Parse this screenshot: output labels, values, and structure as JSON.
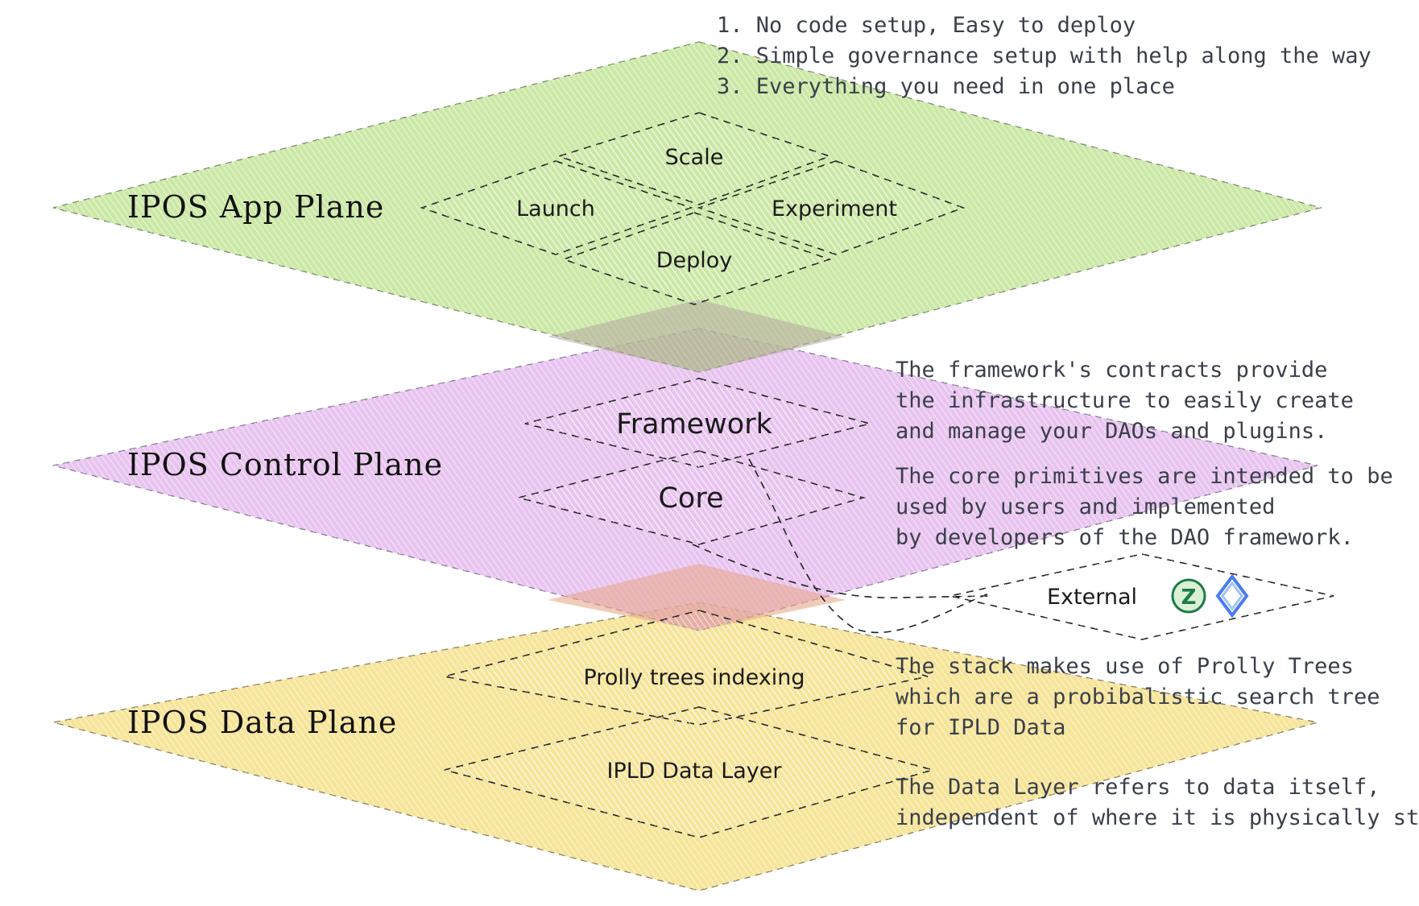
{
  "planes": {
    "app": {
      "label": "IPOS App Plane",
      "color": "#a9d86a"
    },
    "control": {
      "label": "IPOS Control Plane",
      "color": "#d79ae6"
    },
    "data": {
      "label": "IPOS Data Plane",
      "color": "#f0d35a"
    }
  },
  "app_nodes": {
    "scale": "Scale",
    "launch": "Launch",
    "experiment": "Experiment",
    "deploy": "Deploy",
    "color": "#4fb870"
  },
  "control_nodes": {
    "framework": "Framework",
    "framework_color": "#e26fc6",
    "core": "Core",
    "core_color": "#a97af0"
  },
  "external": {
    "label": "External",
    "color": "#9a9a9a",
    "icons": [
      "z-token-icon",
      "ethereum-diamond-icon"
    ]
  },
  "data_nodes": {
    "prolly": "Prolly trees indexing",
    "prolly_color": "#c7d93c",
    "ipld": "IPLD Data Layer",
    "ipld_color": "#5ec8a6"
  },
  "notes": {
    "app_list": [
      "1. No code setup, Easy to deploy",
      "2. Simple governance setup with help along the way",
      "3. Everything you need in one place"
    ],
    "framework": [
      "The framework's contracts provide",
      "the infrastructure to easily create",
      "and manage your DAOs and plugins."
    ],
    "core": [
      "The core primitives are intended to be",
      "used by users and implemented",
      "by developers of the DAO framework."
    ],
    "prolly": [
      "The stack makes use of Prolly Trees",
      "which are a probibalistic search tree",
      "for IPLD Data"
    ],
    "ipld": [
      "The Data Layer refers to data itself,",
      "independent of where it is physically stored."
    ]
  }
}
